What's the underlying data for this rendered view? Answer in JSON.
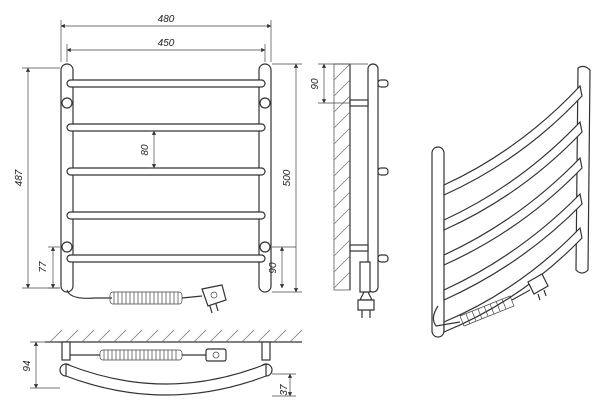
{
  "dimensions": {
    "overall_width": "480",
    "inner_width": "450",
    "total_height": "487",
    "bar_spacing": "80",
    "rail_height": "500",
    "bottom_offset": "77",
    "bottom_bracket": "90",
    "top_bracket": "90",
    "depth": "94",
    "bow": "37"
  },
  "colors": {
    "stroke": "#333333",
    "hatch": "#666666"
  }
}
